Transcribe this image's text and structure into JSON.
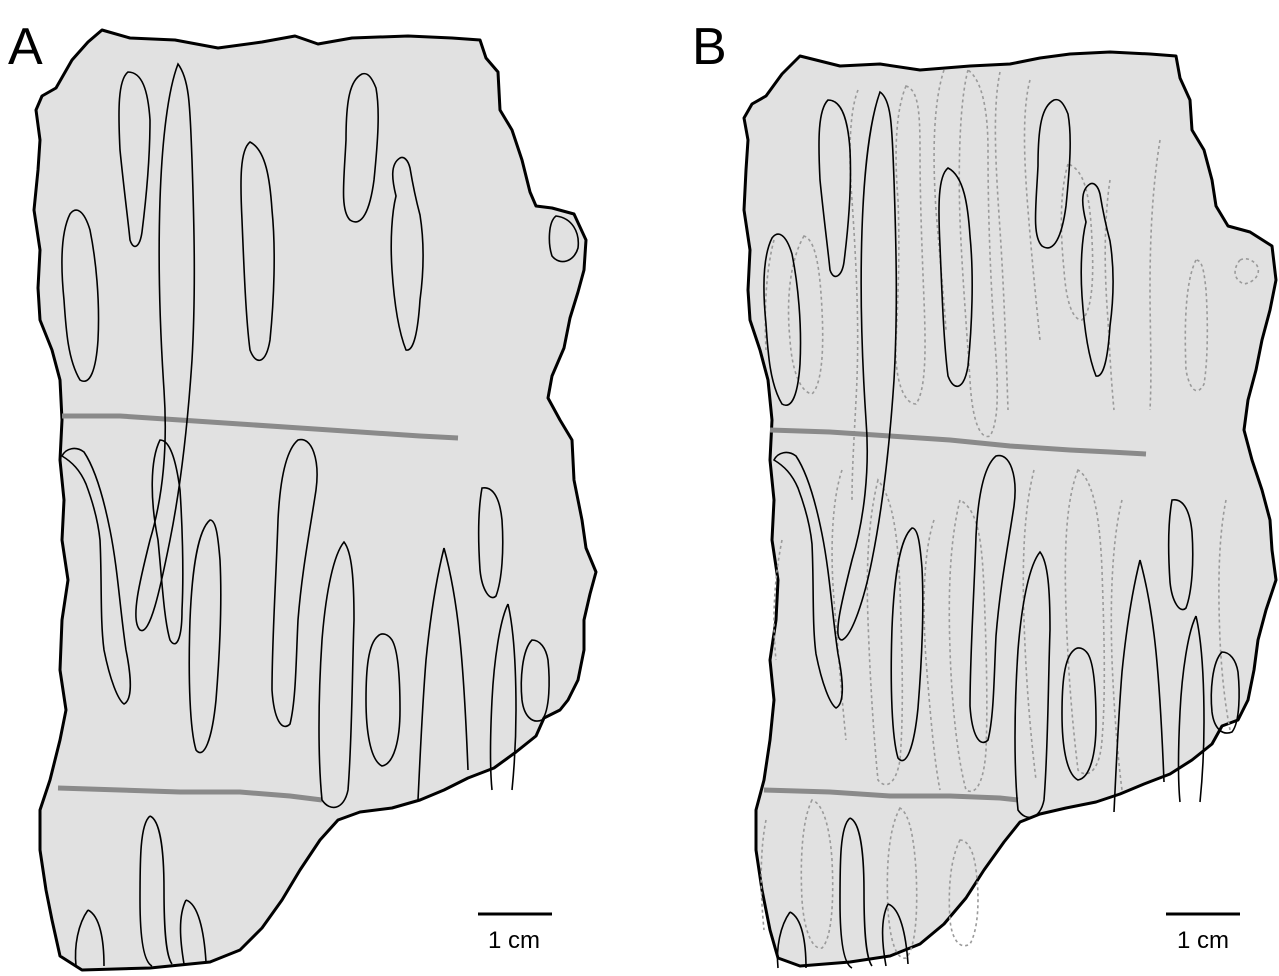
{
  "panels": [
    {
      "letter": "A",
      "scale_label": "1 cm"
    },
    {
      "letter": "B",
      "scale_label": "1 cm"
    }
  ],
  "colors": {
    "fill": "#e1e1e1",
    "outline": "#000000",
    "boundary_line": "#8a8a8a",
    "dashed_trace": "#9a9a9a"
  }
}
